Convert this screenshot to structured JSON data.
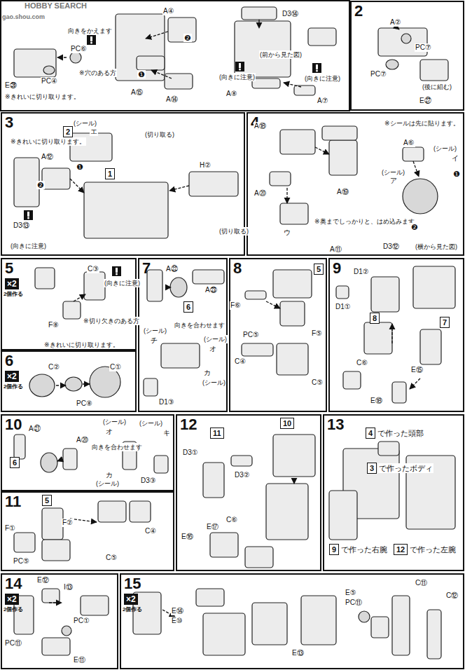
{
  "diagram": {
    "nodes": [
      {
        "text": [
          "2"
        ]
      },
      {
        "text": [
          "3"
        ]
      },
      {
        "text": [
          "2"
        ],
        "in": 1
      },
      {
        "text": [
          "1"
        ],
        "in": 1
      },
      {
        "text": [
          "4"
        ]
      },
      {
        "text": [
          "5",
          "×2",
          "2個作る"
        ]
      },
      {
        "text": [
          "6",
          "×2",
          "2個作る"
        ]
      },
      {
        "text": [
          "7"
        ]
      },
      {
        "text": [
          "6"
        ],
        "in": 7
      },
      {
        "text": [
          "8"
        ]
      },
      {
        "text": [
          "5"
        ],
        "in": 9
      },
      {
        "text": [
          "9"
        ]
      },
      {
        "text": [
          "8"
        ],
        "in": 11
      },
      {
        "text": [
          "7"
        ],
        "in": 11
      },
      {
        "text": [
          "10"
        ]
      },
      {
        "text": [
          "6"
        ],
        "in": 14
      },
      {
        "text": [
          "11"
        ]
      },
      {
        "text": [
          "5"
        ],
        "in": 16
      },
      {
        "text": [
          "12"
        ]
      },
      {
        "text": [
          "11"
        ],
        "in": 18
      },
      {
        "text": [
          "10"
        ],
        "in": 18
      },
      {
        "text": [
          "13"
        ]
      },
      {
        "text": [
          "4",
          "で作った頭部"
        ],
        "in": 21
      },
      {
        "text": [
          "3",
          "で作ったボディ"
        ],
        "in": 21
      },
      {
        "text": [
          "9",
          "で作った右腕"
        ],
        "in": 21
      },
      {
        "text": [
          "12",
          "で作った左腕"
        ],
        "in": 21
      },
      {
        "text": [
          "14",
          "×2",
          "2個作る"
        ]
      },
      {
        "text": [
          "15",
          "×2",
          "2個作る"
        ]
      }
    ],
    "labels": [
      "HOBBY SEARCH",
      "gao.shou.com",
      "向きをかえます",
      "PC⑥",
      "※穴のある方",
      "E㉖",
      "※きれいに切り取ります。",
      "PC④",
      "❶",
      "❷",
      "A④",
      "A⑮",
      "A⑭",
      "D3⑭",
      "(前から見た図)",
      "(向きに注意)",
      "A⑧",
      "(向きに注意)",
      "A⑦",
      "A②",
      "PC⑦",
      "PC⑦",
      "(後に組む)",
      "E㉗",
      "(シール)",
      "エ",
      "※きれいに切り取ります。",
      "A⑫",
      "❶",
      "❷",
      "D3⑬",
      "(向きに注意)",
      "(切り取る)",
      "H②",
      "(切り取る)",
      "A⑱",
      "A⑳",
      "A⑲",
      "※奥までしっかりと、はめ込みます。",
      "ウ",
      "A⑪",
      "※シールは先に貼ります。",
      "A⑥",
      "(シール)",
      "イ",
      "(シール)",
      "ア",
      "❶",
      "❷",
      "D3⑫",
      "(横から見た図)",
      "C③",
      "(向きに注意)",
      "※切り欠きのある方",
      "F⑧",
      "※きれいに切り取ります。",
      "C②",
      "C①",
      "PC⑧",
      "A㉒",
      "A㉓",
      "(シール)",
      "チ",
      "向きを合わせます",
      "(シール)",
      "オ",
      "カ",
      "(シール)",
      "D1③",
      "F⑥",
      "PC⑤",
      "F⑤",
      "C④",
      "C⑤",
      "D1②",
      "D1①",
      "C⑥",
      "E⑮",
      "E⑱",
      "A㉑",
      "A⑳",
      "(シール)",
      "オ",
      "(シール)",
      "キ",
      "向きを合わせます",
      "カ",
      "(シール)",
      "D3③",
      "F①",
      "F②",
      "PC⑤",
      "C④",
      "C⑤",
      "D3①",
      "D3②",
      "C⑥",
      "E⑰",
      "E⑯",
      "E⑫",
      "I⑬",
      "PC①",
      "PC⑪",
      "E⑪",
      "E⑭",
      "E⑩",
      "E⑤",
      "PC⑪",
      "E⑬",
      "C⑪",
      "C⑫"
    ]
  }
}
